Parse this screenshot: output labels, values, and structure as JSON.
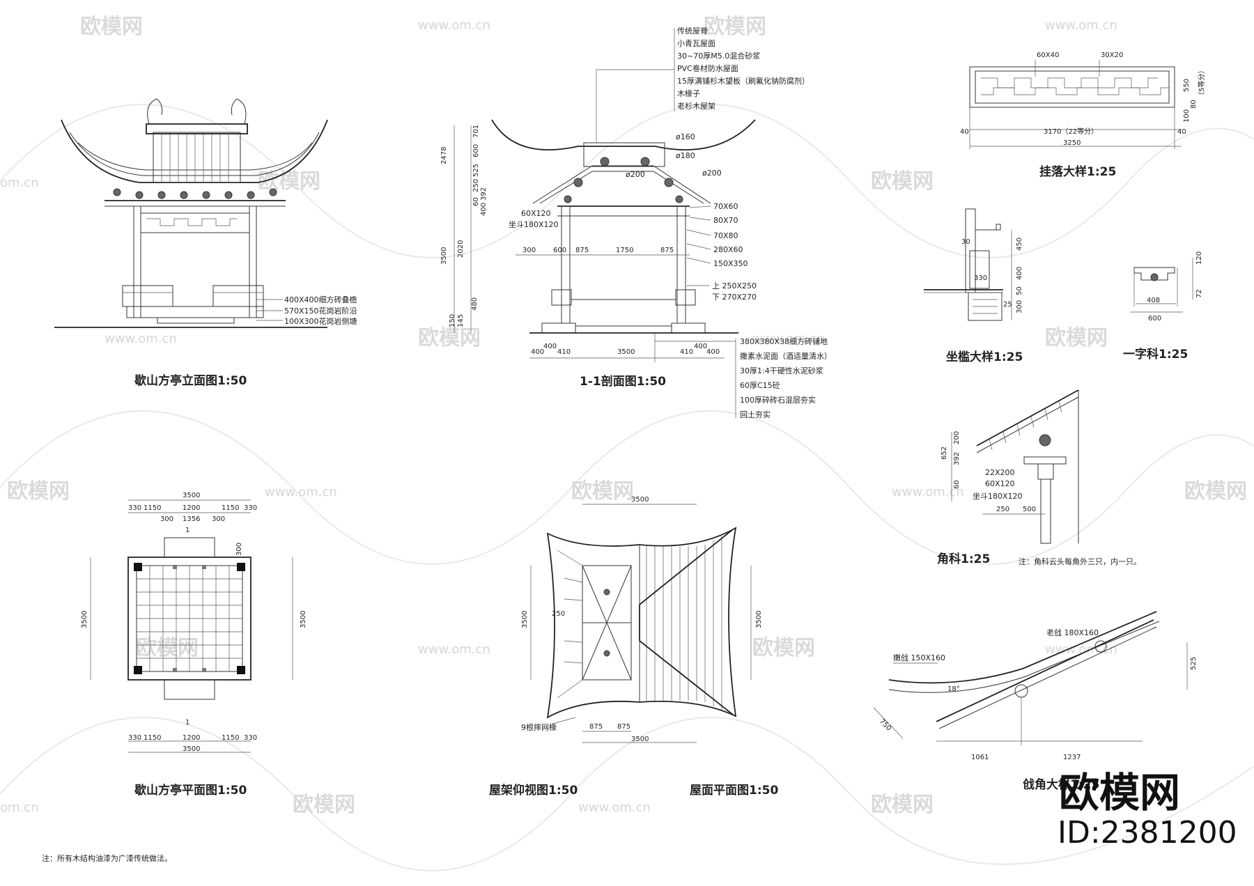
{
  "watermarks": {
    "brand": "欧模网",
    "url": "www.om.cn",
    "domain_fragment": "om.cn"
  },
  "corner_brand": {
    "name": "欧模网",
    "id": "ID:2381200"
  },
  "titles": {
    "elevation": "歇山方亭立面图1:50",
    "section": "1-1剖面图1:50",
    "hanging_fascia": "挂落大样1:25",
    "seat_rail": "坐槛大样1:25",
    "yizi_bracket": "一字科1:25",
    "corner_bracket": "角科1:25",
    "plan": "歇山方亭平面图1:50",
    "roof_frame_bottom": "屋架仰视图1:50",
    "roof_plan": "屋面平面图1:50",
    "eave_corner": "戗角大样1:25"
  },
  "notes": {
    "general": "注：所有木结构油漆为广漆传统做法。",
    "corner_bracket": "注：角科云头每角外三只，内一只。"
  },
  "elevation_callouts": [
    "400X400细方砖叠檐",
    "570X150花岗岩阶沿",
    "100X300花岗岩侧塘"
  ],
  "roof_layers": [
    "传统屋脊",
    "小青瓦屋面",
    "30~70厚M5.0混合砂浆",
    "PVC卷材防水屋面",
    "15厚满铺杉木望板（刷氟化钠防腐剂）",
    "木椽子",
    "老杉木屋架"
  ],
  "section_member_labels": [
    "ø160",
    "ø180",
    "ø200",
    "ø200",
    "60X120",
    "坐斗180X120",
    "70X60",
    "80X70",
    "70X80",
    "280X60",
    "150X350",
    "上 250X250",
    "下 270X270"
  ],
  "foundation_layers": [
    "380X380X38细方砖铺地",
    "撒素水泥面（酒适量清水）",
    "30厚1:4干硬性水泥砂浆",
    "60厚C15砼",
    "100厚碎砖石混层夯实",
    "回土夯实"
  ],
  "section_dims": {
    "left_vertical": [
      "2478",
      "3500",
      "2020",
      "480",
      "150",
      "145"
    ],
    "left_stack": [
      "701",
      "600",
      "525",
      "250",
      "392",
      "60",
      "400"
    ],
    "beam_row": [
      "300",
      "600",
      "875",
      "1750",
      "875"
    ],
    "bottom_row": [
      "400",
      "400",
      "410",
      "3500",
      "410",
      "400",
      "400"
    ]
  },
  "fascia_dims": {
    "top": [
      "60X40",
      "30X20"
    ],
    "bottom": [
      "40",
      "3170（22等分）",
      "40"
    ],
    "total": "3250",
    "right": [
      "550",
      "100",
      "80",
      "（5等分）"
    ]
  },
  "seat_dims": [
    "30",
    "450",
    "330",
    "400",
    "50",
    "300",
    "25"
  ],
  "yizi_dims": [
    "120",
    "72",
    "408",
    "600"
  ],
  "corner_dims": {
    "left": [
      "652",
      "200",
      "392",
      "60"
    ],
    "labels": [
      "22X200",
      "60X120",
      "坐斗180X120"
    ],
    "bottom": [
      "250",
      "500"
    ]
  },
  "plan_dims": {
    "top_total": "3500",
    "top_row": [
      "330",
      "1150",
      "1200",
      "1150",
      "330"
    ],
    "step_row": [
      "300",
      "1356",
      "300"
    ],
    "step_depth": "300",
    "side": "3500",
    "bottom_row": [
      "330",
      "1150",
      "1200",
      "1150",
      "330"
    ],
    "bottom_total": "3500",
    "section_mark": "1"
  },
  "roof_dims": {
    "top": "3500",
    "side": "3500",
    "bottom_row": [
      "875",
      "875"
    ],
    "bottom_total": "3500",
    "inner_mark": "250",
    "rafter_label": "9根摔网椽",
    "right_side": "3500"
  },
  "eave_dims": {
    "old_beam": "老戗 180X160",
    "tender_beam": "嫩戗 150X160",
    "angle": "18°",
    "len": "750",
    "bottom": [
      "1061",
      "1237"
    ],
    "rise": "525"
  }
}
